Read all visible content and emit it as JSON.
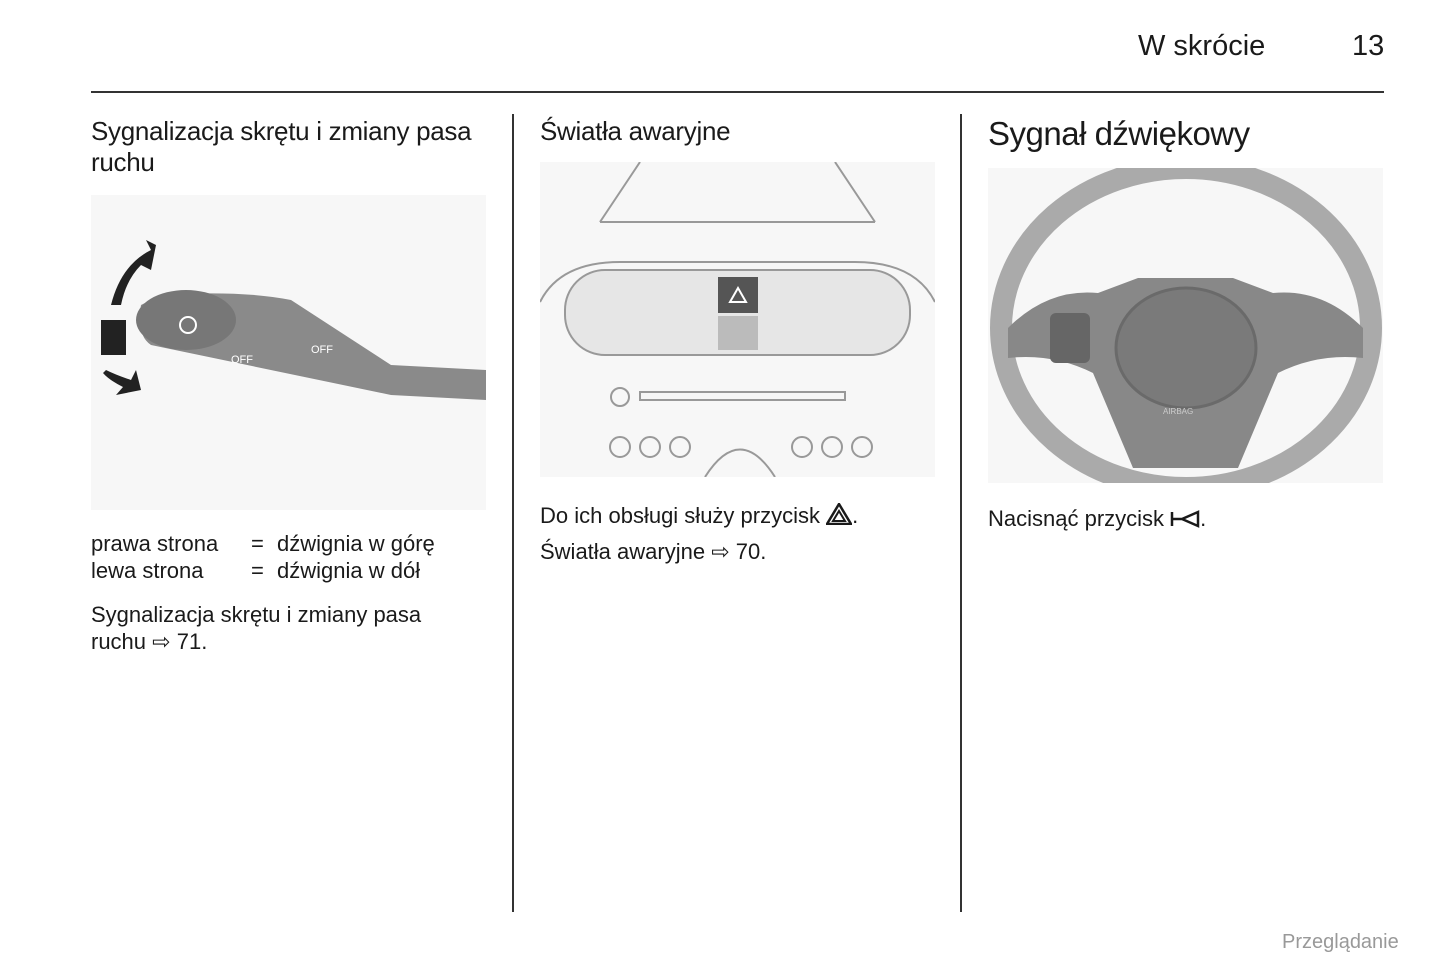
{
  "header": {
    "section": "W skrócie",
    "page": "13"
  },
  "col1": {
    "title": "Sygnalizacja skrętu i zmiany pasa ruchu",
    "illustration_labels": [
      "OFF",
      "OFF"
    ],
    "rows": [
      {
        "side": "prawa strona",
        "eq": "=",
        "action": "dźwignia w górę"
      },
      {
        "side": "lewa strona",
        "eq": "=",
        "action": "dźwignia w dół"
      }
    ],
    "ref_text": "Sygnalizacja skrętu i zmiany pasa ruchu",
    "ref_page": "71."
  },
  "col2": {
    "title": "Światła awaryjne",
    "line1": "Do ich obsługi służy przycisk",
    "line2": "Światła awaryjne",
    "ref_page": "70."
  },
  "col3": {
    "title": "Sygnał dźwiękowy",
    "illustration_label": "AIRBAG",
    "line1": "Nacisnąć przycisk"
  },
  "footer": {
    "link": "Przeglądanie"
  }
}
